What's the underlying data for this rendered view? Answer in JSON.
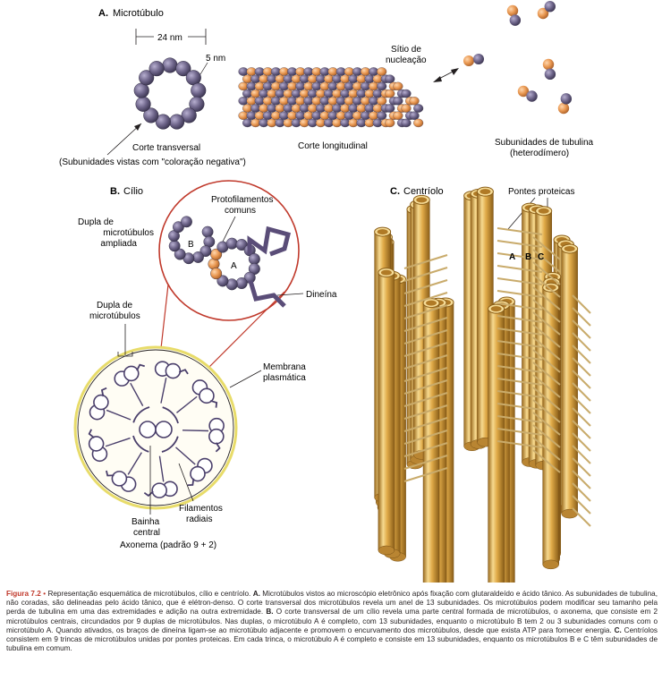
{
  "panel_a": {
    "title_letter": "A.",
    "title": "Microtúbulo",
    "dim_24": "24 nm",
    "dim_5": "5 nm",
    "nucleation_line1": "Sítio de",
    "nucleation_line2": "nucleação",
    "cross_section_label": "Corte transversal",
    "cross_section_sub": "(Subunidades vistas com \"coloração negativa\")",
    "longitudinal_label": "Corte longitudinal",
    "tubulin_line1": "Subunidades de tubulina",
    "tubulin_line2": "(heterodímero)"
  },
  "panel_b": {
    "title_letter": "B.",
    "title": "Cílio",
    "doublet_amplified_1": "Dupla de",
    "doublet_amplified_2": "microtúbulos",
    "doublet_amplified_3": "ampliada",
    "protofilaments_1": "Protofilamentos",
    "protofilaments_2": "comuns",
    "label_b": "B",
    "label_a": "A",
    "dynein": "Dineína",
    "doublet_1": "Dupla de",
    "doublet_2": "microtúbulos",
    "membrane_1": "Membrana",
    "membrane_2": "plasmática",
    "radial_1": "Filamentos",
    "radial_2": "radiais",
    "sheath_1": "Bainha",
    "sheath_2": "central",
    "axonema": "Axonema (padrão 9 + 2)"
  },
  "panel_c": {
    "title_letter": "C.",
    "title": "Centríolo",
    "bridges": "Pontes proteicas",
    "abc_a": "A",
    "abc_b": "B",
    "abc_c": "C"
  },
  "caption": {
    "figure": "Figura 7.2",
    "bullet": "•",
    "intro": "Representação esquemática de microtúbulos, cílio e centríolo.",
    "a_letter": "A.",
    "a_text": "Microtúbulos vistos ao microscópio eletrônico após fixação com glutaraldeído e ácido tânico. As subunidades de tubulina, não coradas, são delineadas pelo ácido tânico, que é elétron-denso. O corte transversal dos microtúbulos revela um anel de 13 subunidades. Os microtúbulos podem modificar seu tamanho pela perda de tubulina em uma das extremidades e adição na outra extremidade.",
    "b_letter": "B.",
    "b_text": "O corte transversal de um cílio revela uma parte central formada de microtúbulos, o axonema, que consiste em 2 microtúbulos centrais, circundados por 9 duplas de microtúbulos. Nas duplas, o microtúbulo A é completo, com 13 subunidades, enquanto o microtúbulo B tem 2 ou 3 subunidades comuns com o microtúbulo A. Quando ativados, os braços de dineína ligam-se ao microtúbulo adjacente e promovem o encurvamento dos microtúbulos, desde que exista ATP para fornecer energia.",
    "c_letter": "C.",
    "c_text": "Centríolos consistem em 9 trincas de microtúbulos unidas por pontes proteicas. Em cada trinca, o microtúbulo A é completo e consiste em 13 subunidades, enquanto os microtúbulos B e C têm subunidades de tubulina em comum."
  },
  "colors": {
    "purple_dark": "#4a4462",
    "purple": "#7a7196",
    "orange": "#e59a5c",
    "gold": "#d9a23c",
    "gold_light": "#f3d389",
    "gold_dark": "#9a6a1e",
    "red": "#c0392b",
    "membrane": "#e8dc6a"
  }
}
